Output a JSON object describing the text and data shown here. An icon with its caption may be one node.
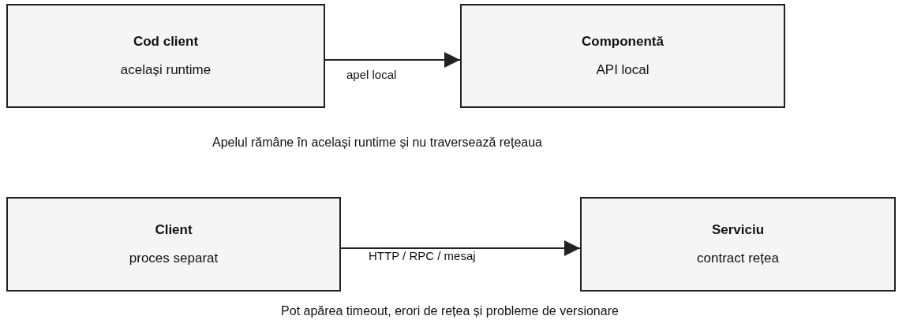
{
  "diagram": {
    "nodes": [
      {
        "text": [
          "Cod client",
          "același runtime"
        ]
      },
      {
        "text": [
          "Componentă",
          "API local"
        ]
      },
      {
        "text": [
          "Client",
          "proces separat"
        ]
      },
      {
        "text": [
          "Serviciu",
          "contract rețea"
        ]
      }
    ],
    "edges": [
      {
        "from": 0,
        "to": 1,
        "arrow": "to",
        "label": "apel local"
      },
      {
        "from": 2,
        "to": 3,
        "arrow": "to",
        "label": "HTTP / RPC / mesaj"
      }
    ],
    "labels": [
      "Apelul rămâne în același runtime și nu traversează rețeaua",
      "Pot apărea timeout, erori de rețea și probleme de versionare"
    ]
  }
}
